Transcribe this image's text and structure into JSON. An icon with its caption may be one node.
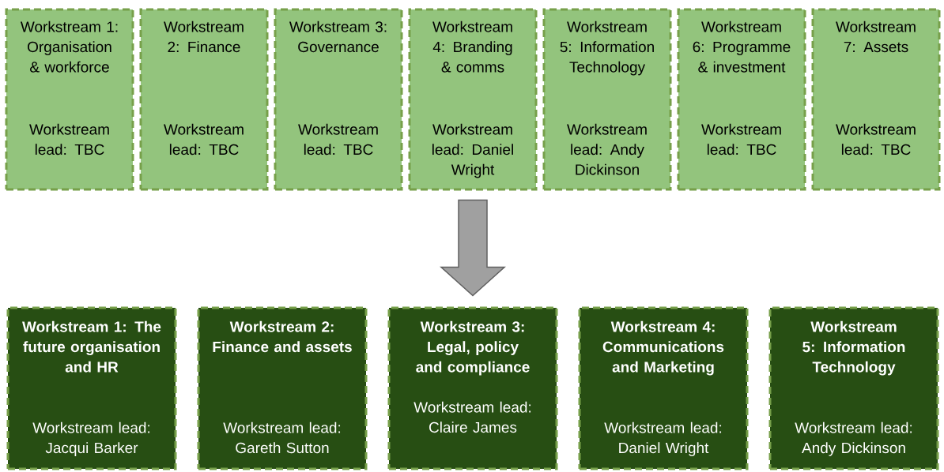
{
  "diagram": {
    "nodes": [
      {
        "text": [
          "Workstream 1: Organisation & workforce",
          "Workstream lead: TBC"
        ]
      },
      {
        "text": [
          "Workstream 2: Finance",
          "Workstream lead: TBC"
        ]
      },
      {
        "text": [
          "Workstream 3: Governance",
          "Workstream lead: TBC"
        ]
      },
      {
        "text": [
          "Workstream 4: Branding & comms",
          "Workstream lead: Daniel Wright"
        ]
      },
      {
        "text": [
          "Workstream 5: Information Technology",
          "Workstream lead: Andy Dickinson"
        ]
      },
      {
        "text": [
          "Workstream 6: Programme & investment",
          "Workstream lead: TBC"
        ]
      },
      {
        "text": [
          "Workstream 7: Assets",
          "Workstream lead: TBC"
        ]
      },
      {
        "text": [
          "Workstream 1: The future organisation and HR",
          "Workstream lead: Jacqui Barker"
        ]
      },
      {
        "text": [
          "Workstream 2: Finance and assets",
          "Workstream lead: Gareth Sutton"
        ]
      },
      {
        "text": [
          "Workstream 3: Legal, policy and compliance",
          "Workstream lead: Claire James"
        ]
      },
      {
        "text": [
          "Workstream 4: Communications and Marketing",
          "Workstream lead: Daniel Wright"
        ]
      },
      {
        "text": [
          "Workstream 5: Information Technology",
          "Workstream lead: Andy Dickinson"
        ]
      }
    ],
    "edges": [
      {
        "from": 3,
        "to": 9,
        "arrow": "to"
      }
    ]
  }
}
